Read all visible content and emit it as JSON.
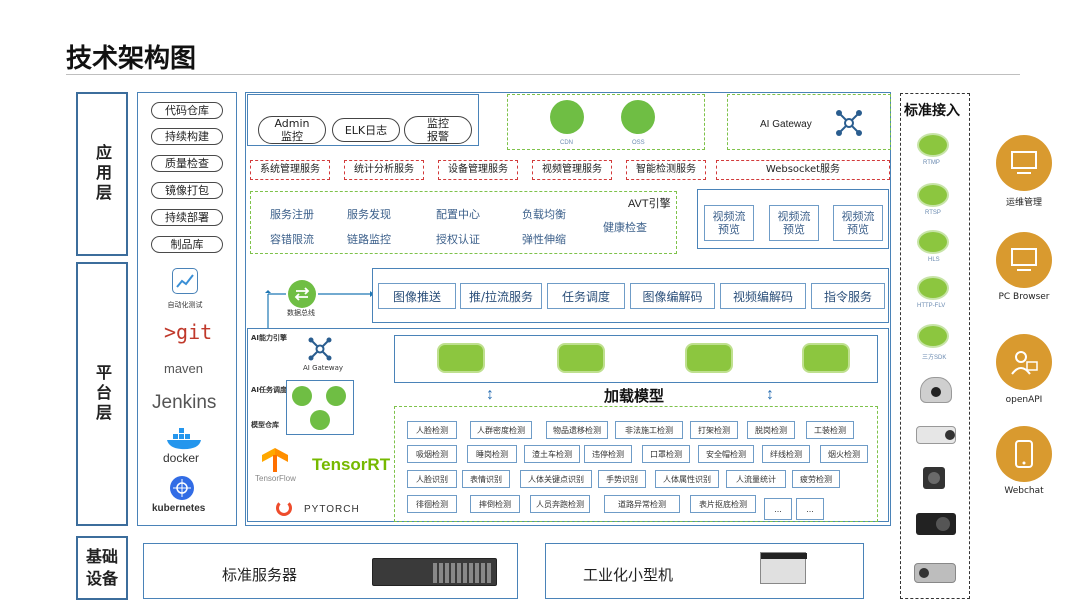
{
  "title": "技术架构图",
  "layers": {
    "app": "应用层",
    "platform": "平台层",
    "infra": "基础设备"
  },
  "tools": [
    "代码仓库",
    "持续构建",
    "质量检查",
    "镜像打包",
    "持续部署",
    "制品库"
  ],
  "logos": {
    "autotest": "自动化测试",
    "git": ">git",
    "maven": "maven",
    "jenkins": "Jenkins",
    "docker": "docker",
    "kubernetes": "kubernetes"
  },
  "ops": {
    "admin": "Admin\n监控",
    "elk": "ELK日志",
    "monitor": "监控\n报警"
  },
  "cdn": {
    "cdn": "CDN",
    "oss": "OSS"
  },
  "ai_gateway_top": "AI Gateway",
  "red_services": [
    "系统管理服务",
    "统计分析服务",
    "设备管理服务",
    "视频管理服务",
    "智能检测服务",
    "Websocket服务"
  ],
  "avt": {
    "title": "AVT引擎",
    "row1": [
      "服务注册",
      "服务发现",
      "配置中心",
      "负载均衡"
    ],
    "row2": [
      "容错限流",
      "链路监控",
      "授权认证",
      "弹性伸缩"
    ],
    "health": "健康检查"
  },
  "preview": [
    "视频流\n预览",
    "视频流\n预览",
    "视频流\n预览"
  ],
  "data_bus": "数据总线",
  "bar_services": [
    "图像推送",
    "推/拉流服务",
    "任务调度",
    "图像编解码",
    "视频编解码",
    "指令服务"
  ],
  "ai": {
    "engine": "AI能力引擎",
    "gateway": "AI Gateway",
    "scheduler": "AI任务调度",
    "repo": "模型仓库",
    "tensorflow": "TensorFlow",
    "tensorrt": "TensorRT",
    "pytorch": "PYTORCH"
  },
  "load_model": "加载模型",
  "detections": [
    [
      "人脸检测",
      "人群密度检测",
      "物品遗移检测",
      "非法施工检测",
      "打架检测",
      "脱岗检测",
      "工装检测"
    ],
    [
      "吸烟检测",
      "睡岗检测",
      "渣土车检测",
      "违停检测",
      "口罩检测",
      "安全帽检测",
      "绊线检测",
      "烟火检测"
    ],
    [
      "人脸识别",
      "表情识别",
      "人体关键点识别",
      "手势识别",
      "人体属性识别",
      "人流量统计",
      "疲劳检测"
    ],
    [
      "徘徊检测",
      "摔倒检测",
      "人员奔跑检测",
      "道路异常检测",
      "表片抠底检测",
      "...",
      "..."
    ]
  ],
  "std_access": {
    "title": "标准接入",
    "protocols": [
      "RTMP",
      "RTSP",
      "HLS",
      "HTTP-FLV",
      "三方SDK"
    ]
  },
  "clients": [
    "运维管理",
    "PC Browser",
    "openAPI",
    "Webchat"
  ],
  "infra": {
    "server": "标准服务器",
    "mini": "工业化小型机"
  },
  "colors": {
    "accent": "#3c6d9c",
    "green": "#7ec24a",
    "red": "#d23a3a",
    "orange": "#d99a2f"
  }
}
